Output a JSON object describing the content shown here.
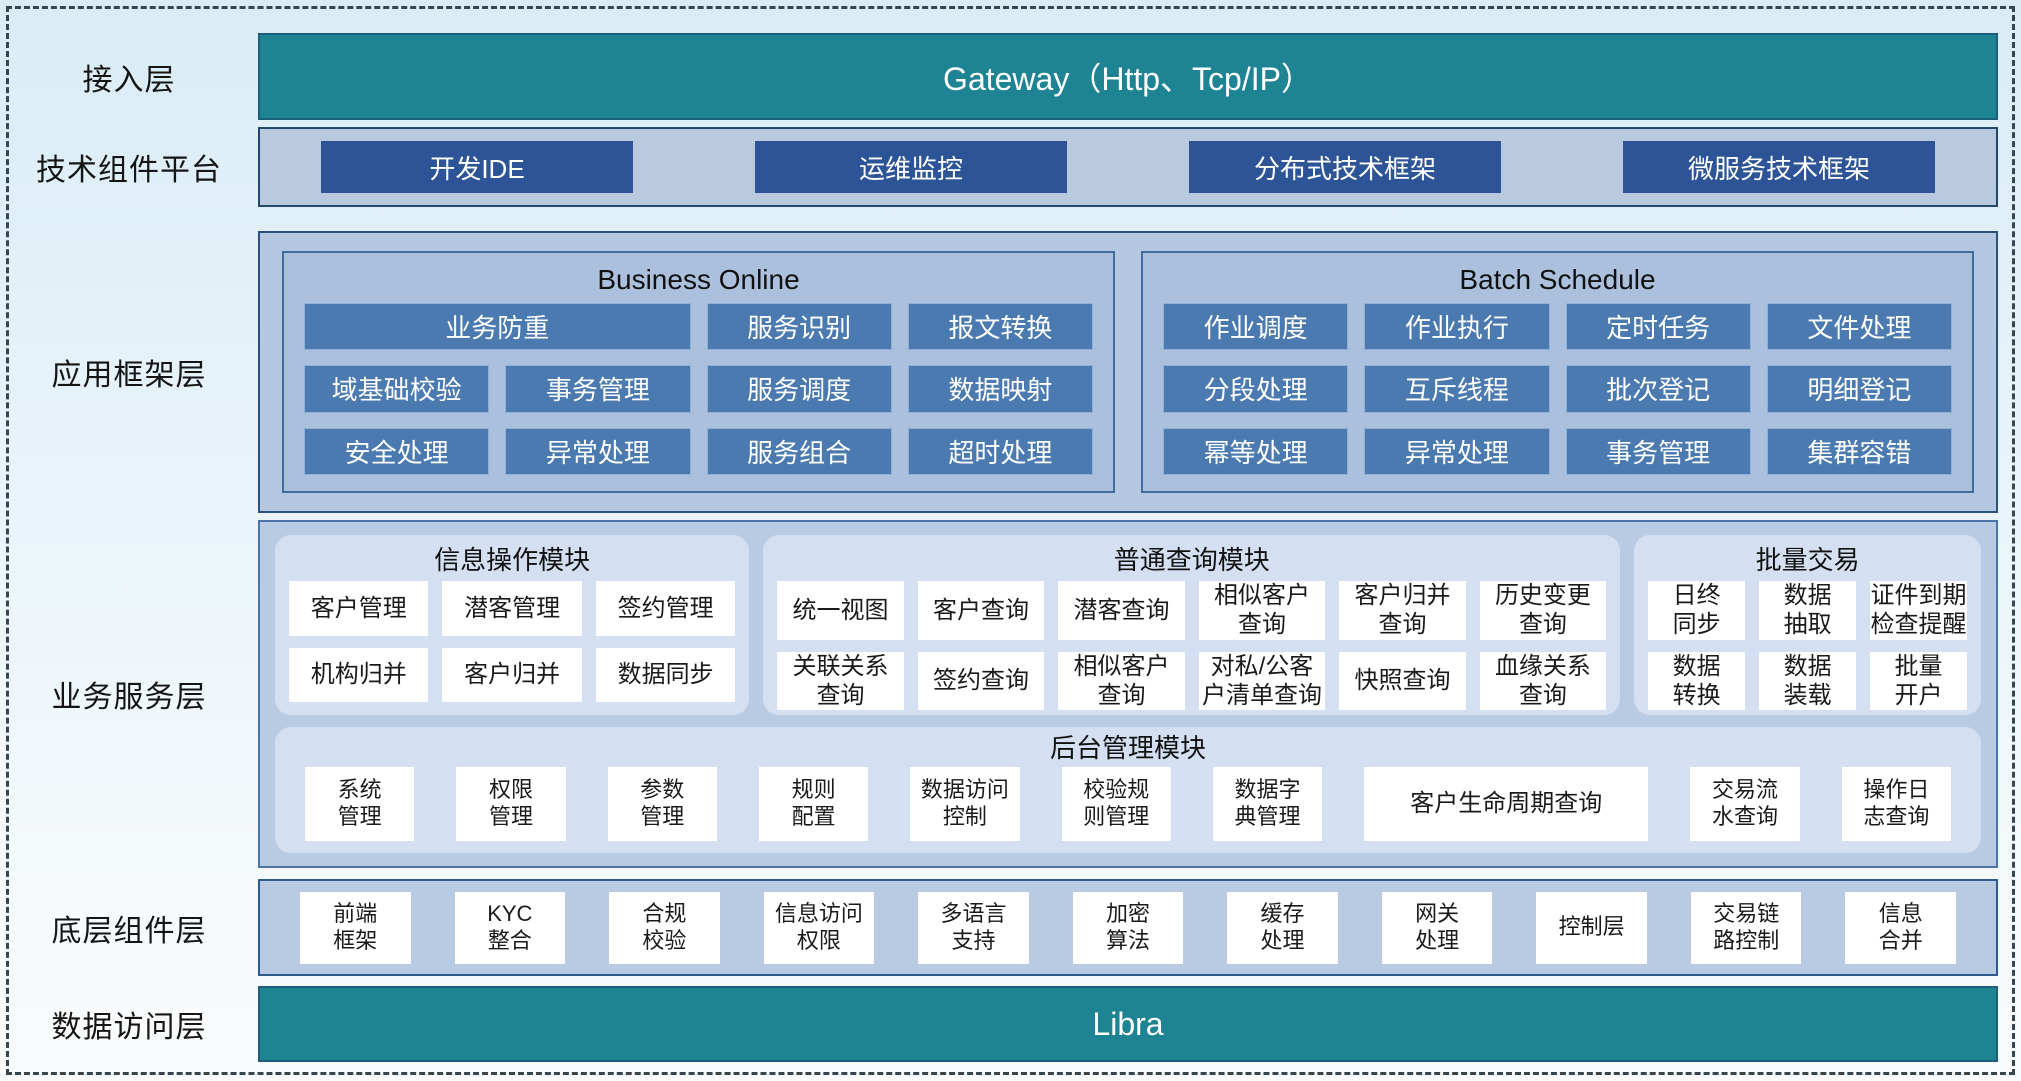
{
  "colors": {
    "teal_bar": "#1e8494",
    "dark_blue_button": "#2d5496",
    "steel_blue_button": "#4a7ab0",
    "panel_blue": "#b5c8e1",
    "module_panel": "#d4e0f1",
    "frame_dash": "#36454f"
  },
  "layers": {
    "access": {
      "label": "接入层",
      "bar_text": "Gateway（Http、Tcp/IP）"
    },
    "tech": {
      "label": "技术组件平台",
      "items": [
        "开发IDE",
        "运维监控",
        "分布式技术框架",
        "微服务技术框架"
      ]
    },
    "app_framework": {
      "label": "应用框架层",
      "groups": [
        {
          "title": "Business Online",
          "rows": [
            [
              {
                "text": "业务防重",
                "span": 2
              },
              {
                "text": "服务识别"
              },
              {
                "text": "报文转换"
              }
            ],
            [
              {
                "text": "域基础校验"
              },
              {
                "text": "事务管理"
              },
              {
                "text": "服务调度"
              },
              {
                "text": "数据映射"
              }
            ],
            [
              {
                "text": "安全处理"
              },
              {
                "text": "异常处理"
              },
              {
                "text": "服务组合"
              },
              {
                "text": "超时处理"
              }
            ]
          ]
        },
        {
          "title": "Batch Schedule",
          "rows": [
            [
              {
                "text": "作业调度"
              },
              {
                "text": "作业执行"
              },
              {
                "text": "定时任务"
              },
              {
                "text": "文件处理"
              }
            ],
            [
              {
                "text": "分段处理"
              },
              {
                "text": "互斥线程"
              },
              {
                "text": "批次登记"
              },
              {
                "text": "明细登记"
              }
            ],
            [
              {
                "text": "幂等处理"
              },
              {
                "text": "异常处理"
              },
              {
                "text": "事务管理"
              },
              {
                "text": "集群容错"
              }
            ]
          ]
        }
      ]
    },
    "business_service": {
      "label": "业务服务层",
      "modules": [
        {
          "title": "信息操作模块",
          "cols": 3,
          "grow": 28,
          "items": [
            "客户管理",
            "潜客管理",
            "签约管理",
            "机构归并",
            "客户归并",
            "数据同步"
          ]
        },
        {
          "title": "普通查询模块",
          "cols": 6,
          "grow": 52,
          "items": [
            "统一视图",
            "客户查询",
            "潜客查询",
            "相似客户\n查询",
            "客户归并\n查询",
            "历史变更\n查询",
            "关联关系\n查询",
            "签约查询",
            "相似客户\n查询",
            "对私/公客\n户清单查询",
            "快照查询",
            "血缘关系\n查询"
          ]
        },
        {
          "title": "批量交易",
          "cols": 3,
          "grow": 20,
          "items": [
            "日终\n同步",
            "数据\n抽取",
            "证件到期\n检查提醒",
            "数据\n转换",
            "数据\n装载",
            "批量\n开户"
          ]
        }
      ],
      "admin_module": {
        "title": "后台管理模块",
        "items": [
          {
            "text": "系统\n管理"
          },
          {
            "text": "权限\n管理"
          },
          {
            "text": "参数\n管理"
          },
          {
            "text": "规则\n配置"
          },
          {
            "text": "数据访问\n控制"
          },
          {
            "text": "校验规\n则管理"
          },
          {
            "text": "数据字\n典管理"
          },
          {
            "text": "客户生命周期查询",
            "wide": true
          },
          {
            "text": "交易流\n水查询"
          },
          {
            "text": "操作日\n志查询"
          }
        ]
      }
    },
    "base_components": {
      "label": "底层组件层",
      "items": [
        "前端\n框架",
        "KYC\n整合",
        "合规\n校验",
        "信息访问\n权限",
        "多语言\n支持",
        "加密\n算法",
        "缓存\n处理",
        "网关\n处理",
        "控制层",
        "交易链\n路控制",
        "信息\n合并"
      ]
    },
    "data_access": {
      "label": "数据访问层",
      "bar_text": "Libra"
    }
  }
}
